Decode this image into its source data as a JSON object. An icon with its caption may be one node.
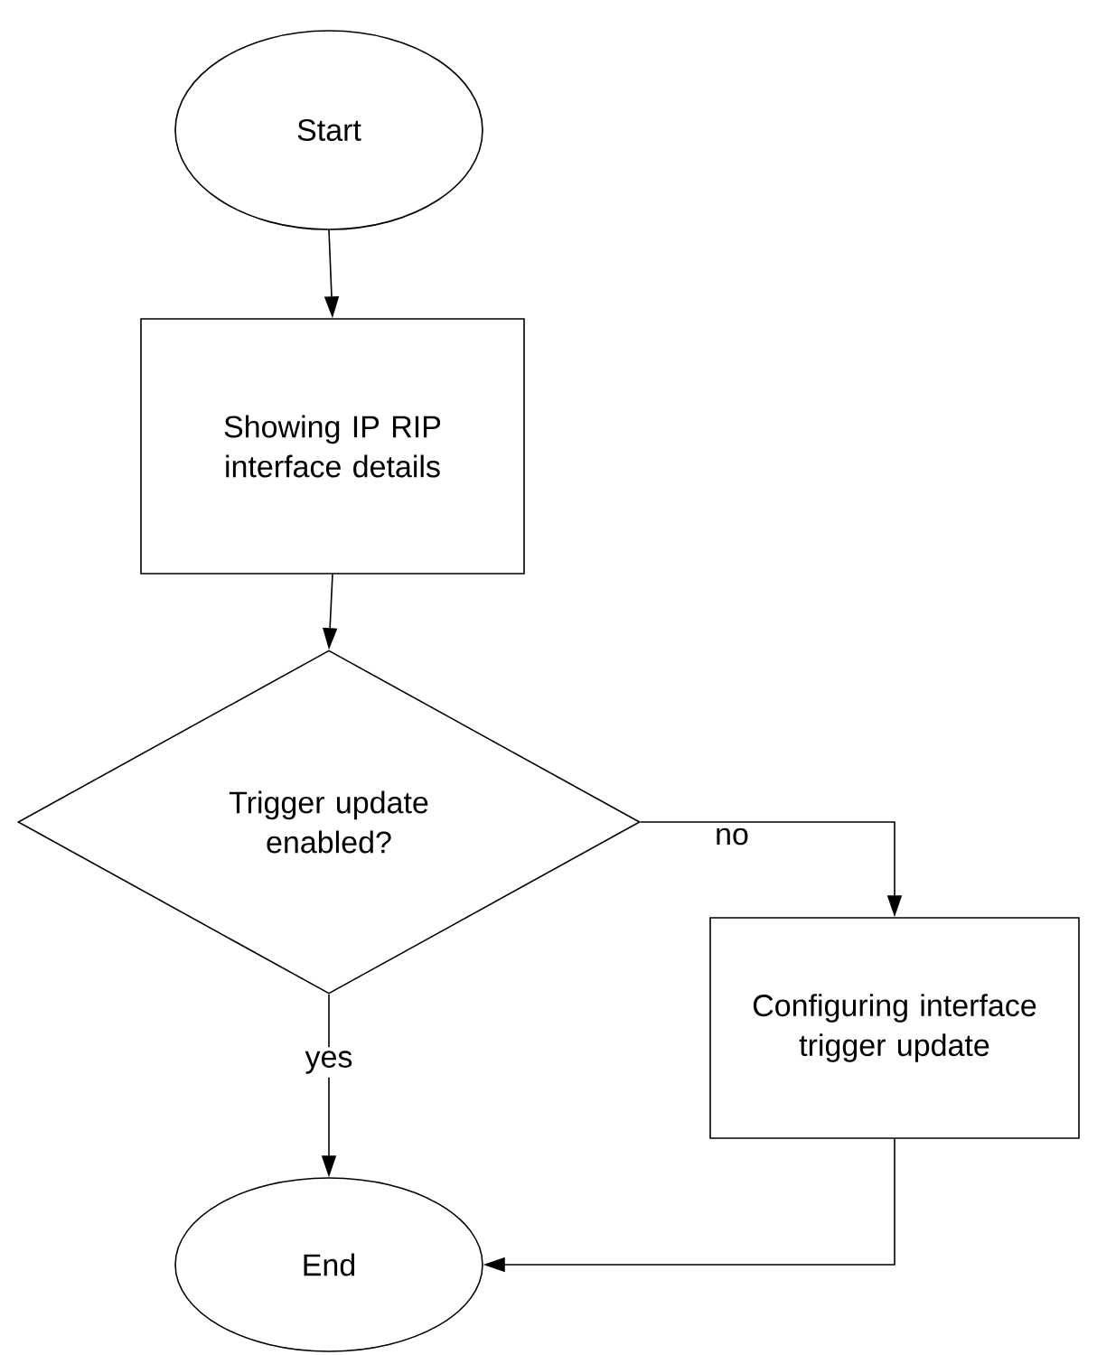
{
  "diagram": {
    "nodes": [
      {
        "text": [
          "Start"
        ]
      },
      {
        "text": [
          "Showing IP RIP interface details"
        ]
      },
      {
        "text": [
          "Trigger update enabled?"
        ]
      },
      {
        "text": [
          "Configuring interface trigger update"
        ]
      },
      {
        "text": [
          "End"
        ]
      }
    ],
    "edges": [
      {
        "from": 0,
        "to": 1,
        "arrow": "to"
      },
      {
        "from": 1,
        "to": 2,
        "arrow": "to"
      },
      {
        "from": 2,
        "to": 3,
        "arrow": "to",
        "label": "no"
      },
      {
        "from": 2,
        "to": 4,
        "arrow": "to",
        "label": "yes"
      },
      {
        "from": 3,
        "to": 4,
        "arrow": "to"
      }
    ]
  }
}
